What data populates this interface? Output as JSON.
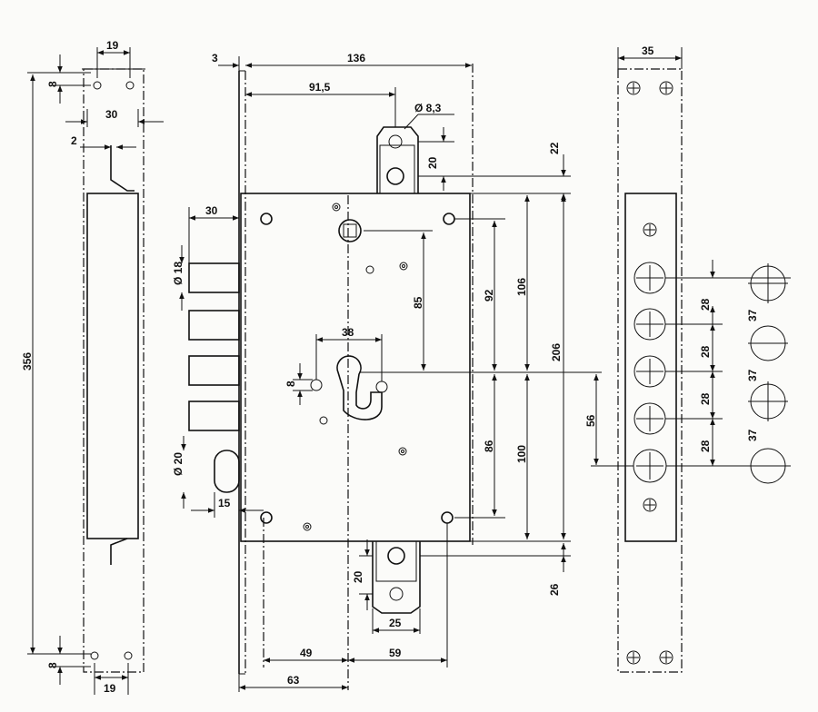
{
  "drawing": {
    "left_plate": {
      "width_top": "19",
      "hole_offset_top": "8",
      "body_width": "30",
      "tab_offset": "2",
      "total_height": "356",
      "hole_offset_bottom": "8",
      "width_bottom": "19"
    },
    "lock_body": {
      "faceplate_thickness": "3",
      "overall_depth": "136",
      "spindle_offset": "91,5",
      "hole_diameter": "Ø 8,3",
      "top_bracket_height": "20",
      "top_gap": "22",
      "bolt_length": "30",
      "bolt_diameter": "Ø 18",
      "hole_to_spindle": "85",
      "upper_hole_spacing": "92",
      "upper_total": "106",
      "case_height": "206",
      "keyhole_width": "38",
      "keyhole_offset": "8",
      "lower_hole_spacing": "86",
      "lower_total": "100",
      "keyhole_to_bolt": "56",
      "latch_diameter": "Ø 20",
      "latch_offset": "15",
      "bottom_bracket_height": "20",
      "bottom_gap": "26",
      "bracket_width": "25",
      "bottom_dim_a": "49",
      "bottom_dim_b": "59",
      "backset": "63"
    },
    "strike_plate": {
      "width": "35",
      "bolt_spacing_1": "28",
      "bolt_spacing_2": "28",
      "bolt_spacing_3": "28",
      "bolt_spacing_4": "28",
      "hole_dia_1": "37",
      "hole_dia_2": "37",
      "hole_dia_3": "37"
    }
  },
  "colors": {
    "ink": "#111111",
    "paper": "#fbfbf9"
  }
}
